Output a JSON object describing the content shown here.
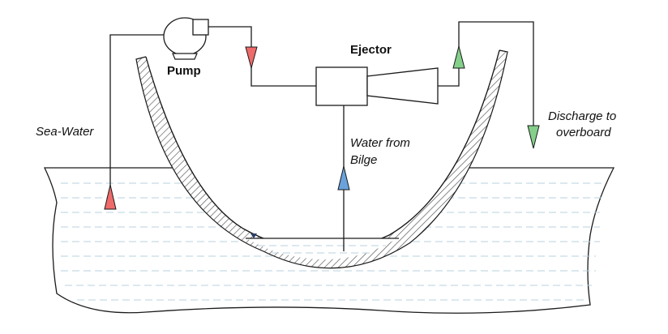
{
  "labels": {
    "pump": "Pump",
    "ejector": "Ejector",
    "sea_water": "Sea-Water",
    "bilge_line1": "Water from",
    "bilge_line2": "Bilge",
    "discharge_line1": "Discharge to",
    "discharge_line2": "overboard"
  },
  "colors": {
    "sea_water_arrow": "#ef6a6a",
    "bilge_arrow": "#6aa2dc",
    "discharge_arrow": "#84d08a",
    "water_dash": "#b9d1df",
    "line": "#1a1a1a"
  }
}
